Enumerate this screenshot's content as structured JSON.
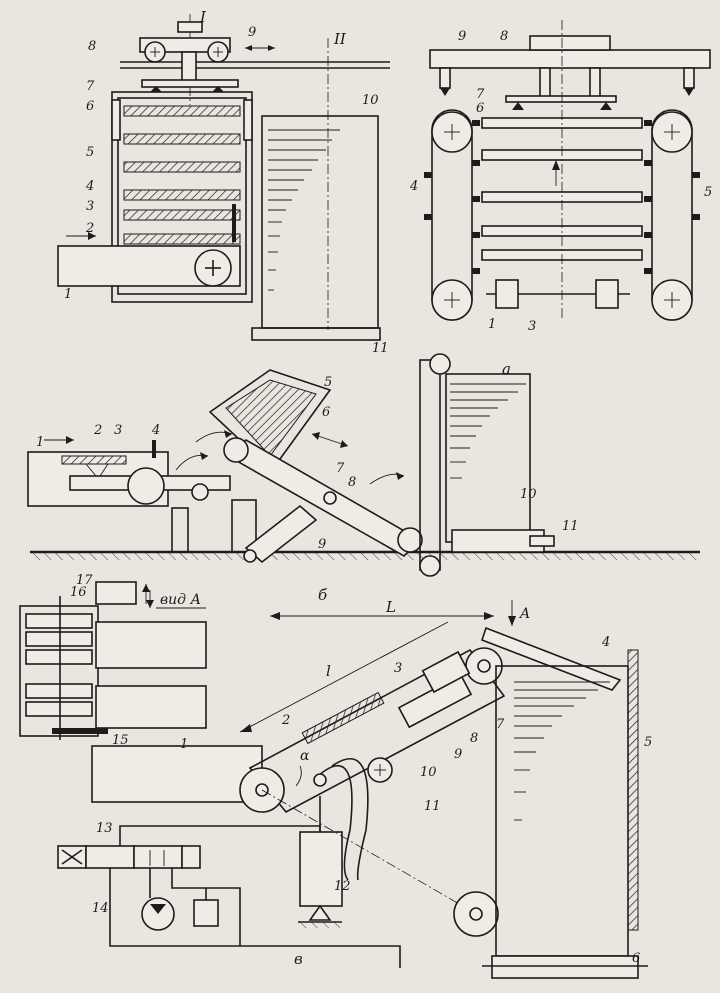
{
  "figure": {
    "section_marks": [
      "I",
      "II"
    ],
    "subfigure_labels": [
      "а",
      "б",
      "в"
    ],
    "view_label": "вид А",
    "arrow_label": "A",
    "dimension_labels": [
      "L",
      "l"
    ],
    "angle_label": "α",
    "part_numbers": {
      "a_left": [
        "1",
        "2",
        "3",
        "4",
        "5",
        "6",
        "7",
        "8",
        "9",
        "10",
        "11"
      ],
      "a_right": [
        "1",
        "3",
        "4",
        "5",
        "6",
        "7",
        "8",
        "9"
      ],
      "b": [
        "1",
        "2",
        "3",
        "4",
        "5",
        "6",
        "7",
        "8",
        "9",
        "10",
        "11"
      ],
      "v": [
        "1",
        "2",
        "3",
        "4",
        "5",
        "6",
        "7",
        "8",
        "9",
        "10",
        "11",
        "12",
        "13",
        "14",
        "15",
        "16",
        "17"
      ]
    }
  }
}
